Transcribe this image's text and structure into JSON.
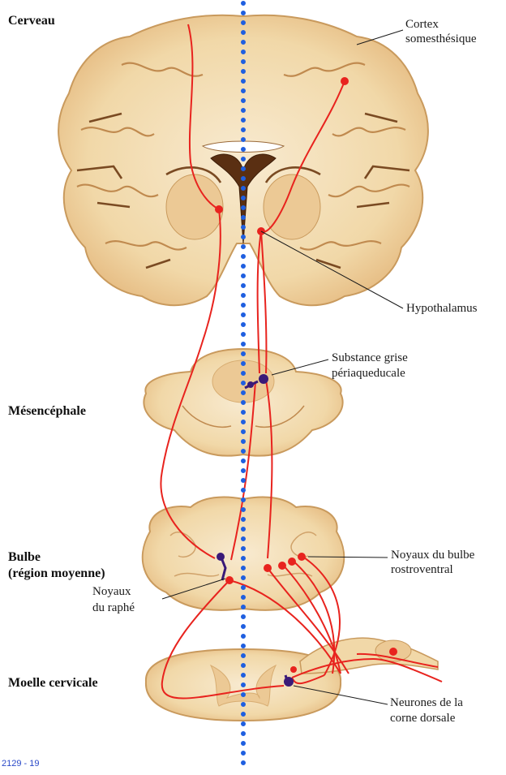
{
  "regions": {
    "cerveau": "Cerveau",
    "mesencephale": "Mésencéphale",
    "bulbe_line1": "Bulbe",
    "bulbe_line2": "(région moyenne)",
    "moelle": "Moelle cervicale"
  },
  "labels": {
    "cortex_line1": "Cortex",
    "cortex_line2": "somesthésique",
    "hypothalamus": "Hypothalamus",
    "pag_line1": "Substance grise",
    "pag_line2": "périaqueducale",
    "rvm_line1": "Noyaux du bulbe",
    "rvm_line2": "rostroventral",
    "raphe_line1": "Noyaux",
    "raphe_line2": "du raphé",
    "dorsal_line1": "Neurones de la",
    "dorsal_line2": "corne dorsale"
  },
  "figure_id": "2129 -  19",
  "colors": {
    "tissue": "#f3dcb0",
    "tissue_dark": "#e2b47a",
    "sulcus": "#7a4a22",
    "pathway": "#e8231e",
    "interneuron": "#3a1a78",
    "midline": "#1f5fe0"
  }
}
